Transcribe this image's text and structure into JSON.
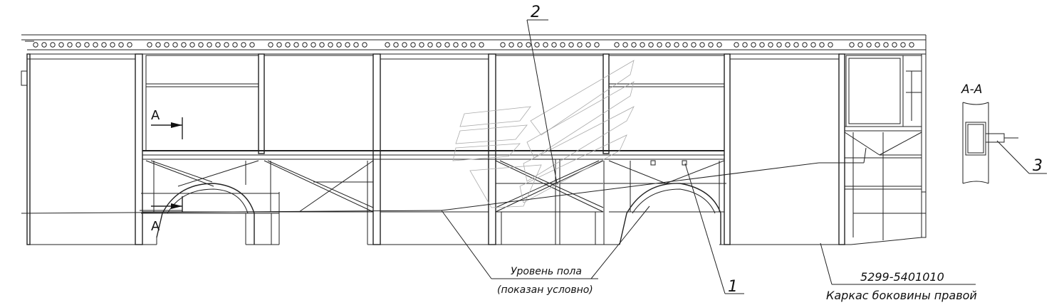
{
  "labels": {
    "callout_1": "1",
    "callout_2": "2",
    "callout_3": "3",
    "section_mark_top": "А",
    "section_mark_bottom": "А",
    "section_title": "А-А",
    "floor_level_line1": "Уровень пола",
    "floor_level_line2": "(показан условно)",
    "part_number": "5299-5401010",
    "part_name": "Каркас боковины правой"
  }
}
